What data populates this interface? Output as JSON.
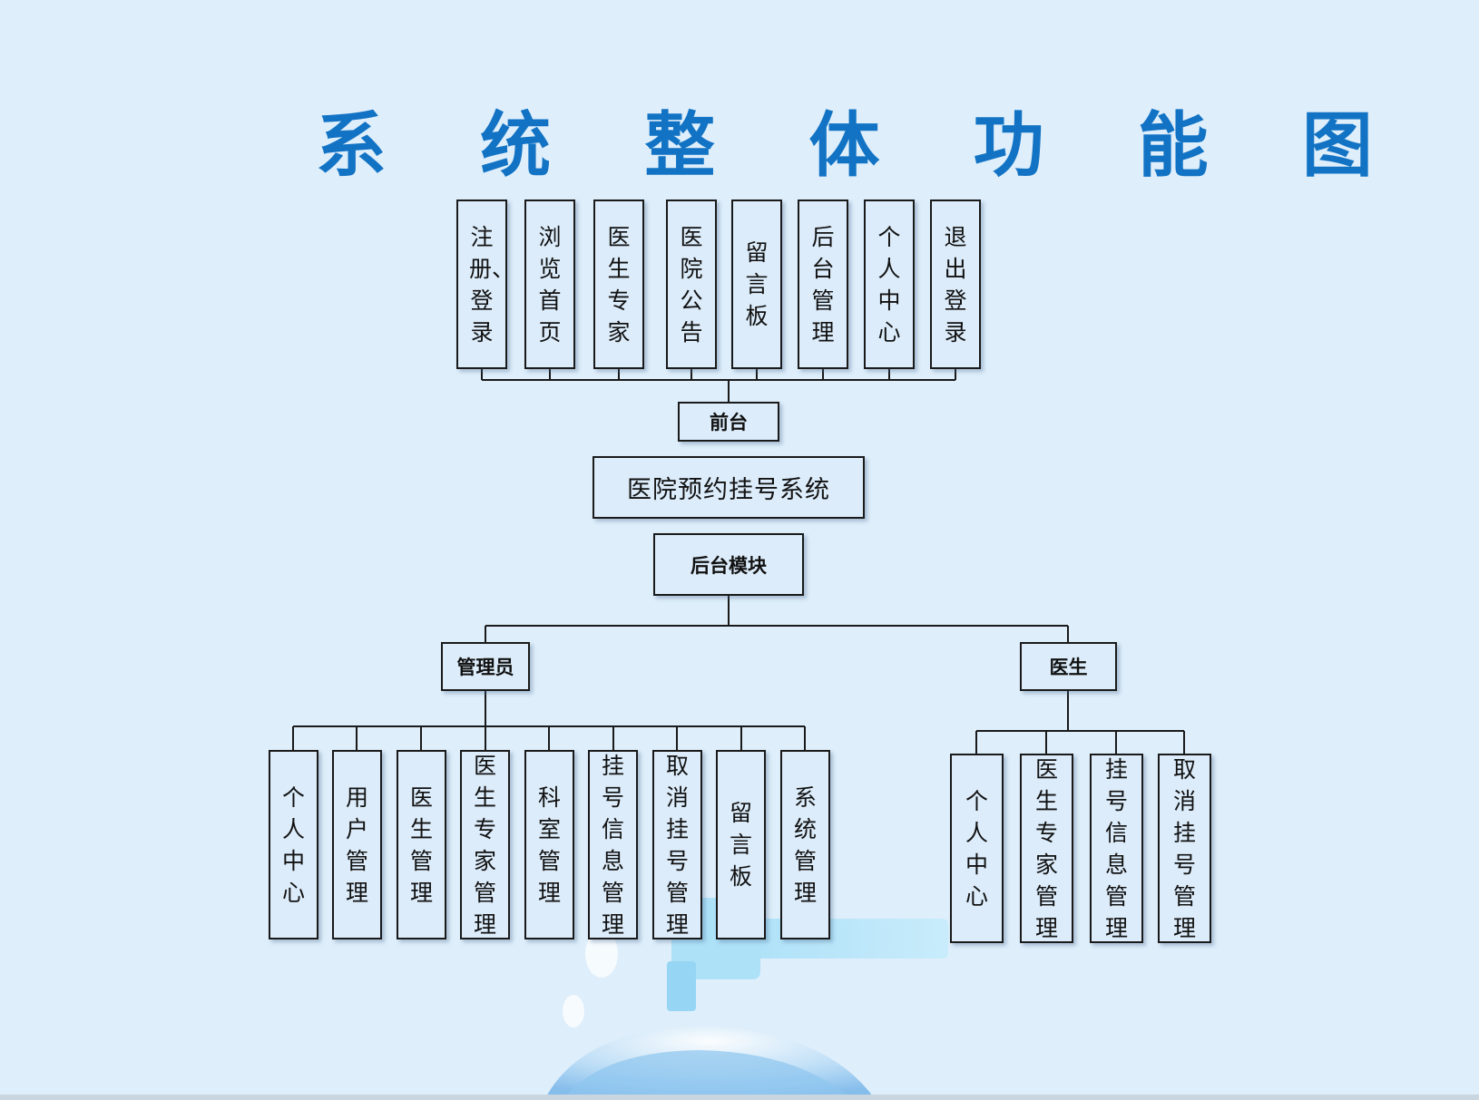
{
  "title": "系 统 整 体 功 能 图",
  "frontend_items": [
    "注册、登录",
    "浏览首页",
    "医生专家",
    "医院公告",
    "留言板",
    "后台管理",
    "个人中心",
    "退出登录"
  ],
  "frontend_label": "前台",
  "system_name": "医院预约挂号系统",
  "backend_label": "后台模块",
  "admin_label": "管理员",
  "doctor_label": "医生",
  "admin_items": [
    "个人中心",
    "用户管理",
    "医生管理",
    "医生专家管理",
    "科室管理",
    "挂号信息管理",
    "取消挂号管理",
    "留言板",
    "系统管理"
  ],
  "doctor_items": [
    "个人中心",
    "医生专家管理",
    "挂号信息管理",
    "取消挂号管理"
  ],
  "colors": {
    "title": "#1273c4",
    "background": "#deeefb",
    "line": "#1a1a1a"
  }
}
